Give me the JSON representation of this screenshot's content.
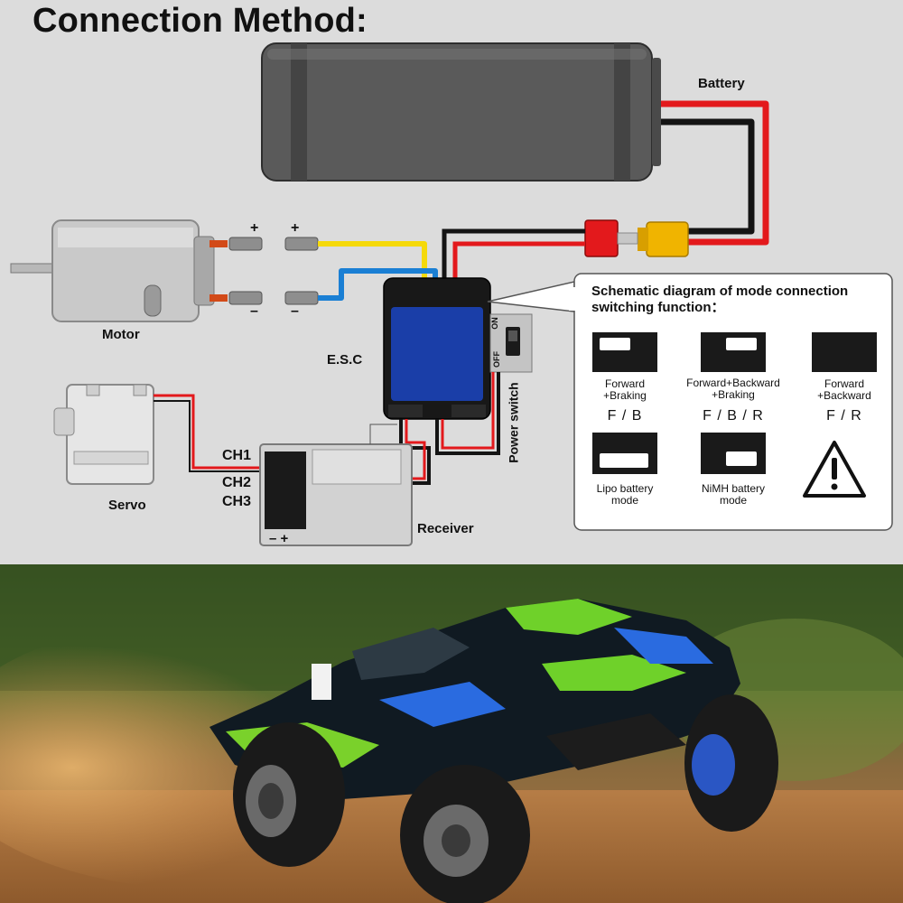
{
  "title": "Connection Method:",
  "labels": {
    "battery": "Battery",
    "motor": "Motor",
    "esc": "E.S.C",
    "servo": "Servo",
    "receiver": "Receiver",
    "power_switch": "Power switch",
    "ch1": "CH1",
    "ch2": "CH2",
    "ch3": "CH3",
    "plus": "+",
    "minus": "–",
    "switch_on": "ON",
    "switch_off": "OFF",
    "receiver_polarity": "– +"
  },
  "mode_card": {
    "title": "Schematic diagram of mode connection switching function：",
    "modes": [
      {
        "caption": "Forward\n+Braking",
        "code": "F / B"
      },
      {
        "caption": "Forward+Backward\n+Braking",
        "code": "F / B / R"
      },
      {
        "caption": "Forward\n+Backward",
        "code": "F / R"
      }
    ],
    "battery_modes": [
      {
        "caption": "Lipo battery\nmode"
      },
      {
        "caption": "NiMH battery\nmode"
      }
    ],
    "warning_icon": "warning-triangle-icon"
  },
  "colors": {
    "wire_red": "#e3191c",
    "wire_black": "#141414",
    "wire_yellow": "#f5d90a",
    "wire_blue": "#1a7fd4",
    "heatsink_blue": "#1f5fd6",
    "battery_gray": "#5b5b5b",
    "connector_yellow": "#f0b400"
  }
}
